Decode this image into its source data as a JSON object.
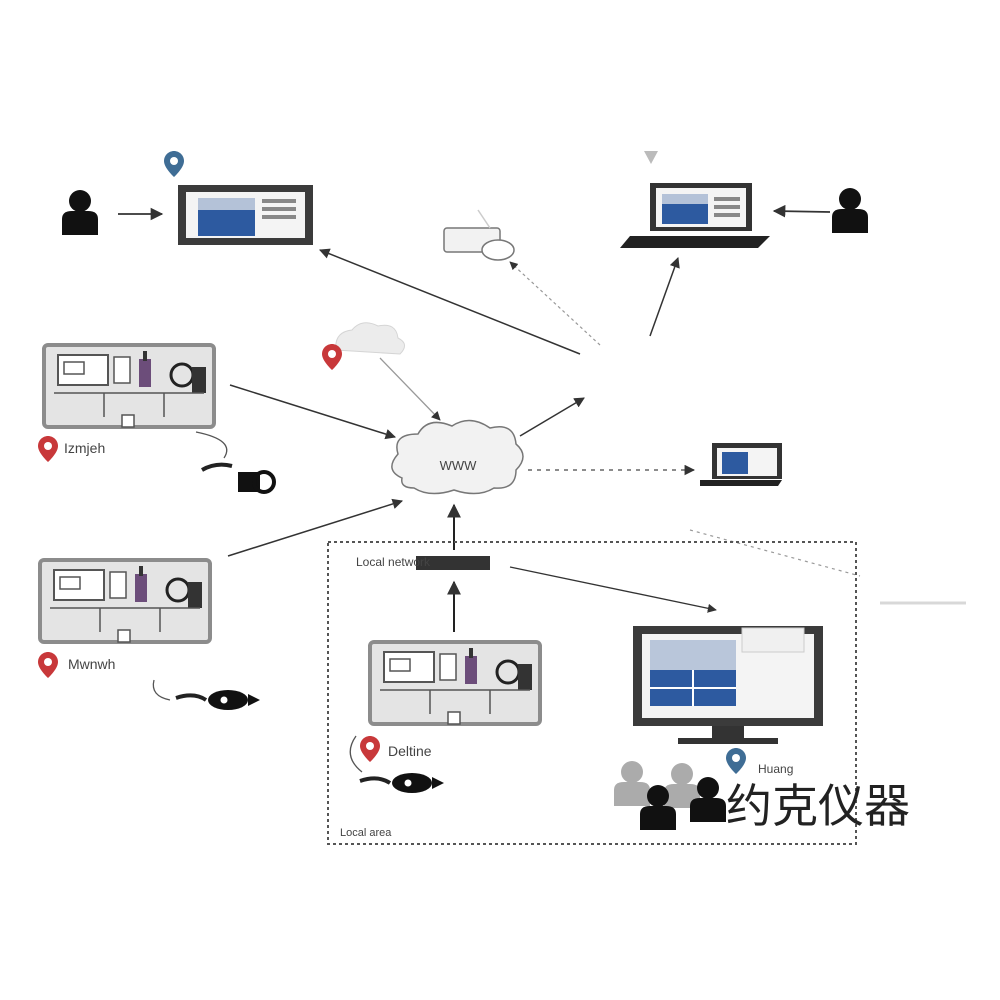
{
  "cloud": {
    "label": "WWW"
  },
  "machines": {
    "top": {
      "label": "Izmjeh"
    },
    "middle": {
      "label": "Mwnwh"
    },
    "local": {
      "label": "Deltine"
    }
  },
  "network": {
    "local_network_label": "Local network",
    "local_area_label": "Local area"
  },
  "monitor": {
    "label": "Huang"
  },
  "watermark": "约克仪器",
  "icons": [
    "user-icon",
    "location-pin-icon",
    "cloud-icon",
    "router-icon",
    "laptop-icon",
    "monitor-icon",
    "sensor-probe-icon",
    "group-icon"
  ],
  "colors": {
    "screen_blue": "#2d5aa0",
    "device_gray": "#8c8c8c",
    "pin_red": "#c8383a",
    "pin_blue": "#3f6d95",
    "frame_dark": "#3b3b3b"
  }
}
